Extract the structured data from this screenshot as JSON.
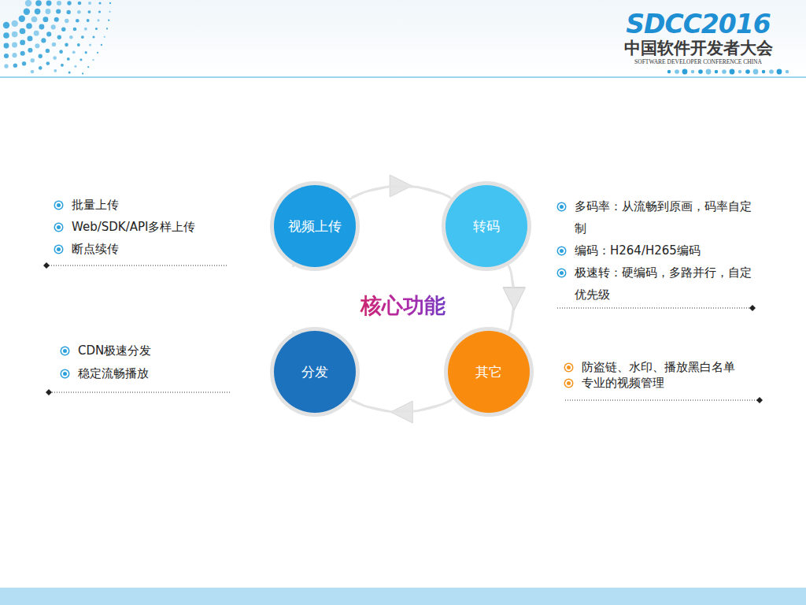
{
  "diagram": {
    "title": "核心功能",
    "nodes": [
      {
        "text": [
          "视频上传"
        ]
      },
      {
        "text": [
          "转码"
        ]
      },
      {
        "text": [
          "分发"
        ]
      },
      {
        "text": [
          "其它"
        ]
      }
    ],
    "edges": [
      {
        "from": 0,
        "to": 1,
        "arrow": "to"
      },
      {
        "from": 1,
        "to": 3,
        "arrow": "to"
      },
      {
        "from": 3,
        "to": 2,
        "arrow": "to"
      },
      {
        "from": 2,
        "to": 0,
        "arrow": "to"
      }
    ],
    "labels": [
      "SDCC2016",
      "中国软件开发者大会",
      "SOFTWARE DEVELOPER CONFERENCE CHINA",
      "批量上传",
      "Web/SDK/API多样上传",
      "断点续传",
      "多码率：从流畅到原画，码率自定制",
      "编码：H264/H265编码",
      "极速转：硬编码，多路并行，自定优先级",
      "CDN极速分发",
      "稳定流畅播放",
      "防盗链、水印、播放黑白名单",
      "专业的视频管理"
    ]
  }
}
